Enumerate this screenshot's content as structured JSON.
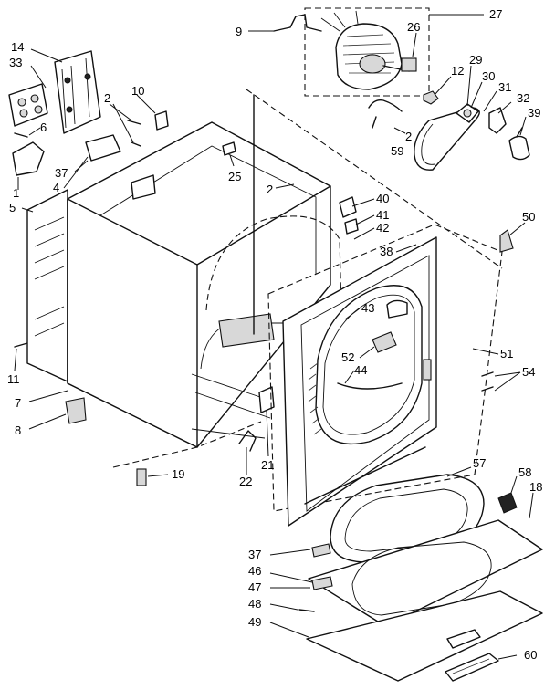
{
  "callouts": [
    {
      "id": "c9",
      "label": "9"
    },
    {
      "id": "c27",
      "label": "27"
    },
    {
      "id": "c26",
      "label": "26"
    },
    {
      "id": "c14",
      "label": "14"
    },
    {
      "id": "c33",
      "label": "33"
    },
    {
      "id": "c10",
      "label": "10"
    },
    {
      "id": "c2a",
      "label": "2"
    },
    {
      "id": "c12",
      "label": "12"
    },
    {
      "id": "c29",
      "label": "29"
    },
    {
      "id": "c30",
      "label": "30"
    },
    {
      "id": "c31",
      "label": "31"
    },
    {
      "id": "c32",
      "label": "32"
    },
    {
      "id": "c39",
      "label": "39"
    },
    {
      "id": "c2b",
      "label": "2"
    },
    {
      "id": "c59",
      "label": "59"
    },
    {
      "id": "c6",
      "label": "6"
    },
    {
      "id": "c37a",
      "label": "37"
    },
    {
      "id": "c4",
      "label": "4"
    },
    {
      "id": "c25",
      "label": "25"
    },
    {
      "id": "c2c",
      "label": "2"
    },
    {
      "id": "c1",
      "label": "1"
    },
    {
      "id": "c5",
      "label": "5"
    },
    {
      "id": "c40",
      "label": "40"
    },
    {
      "id": "c41",
      "label": "41"
    },
    {
      "id": "c42",
      "label": "42"
    },
    {
      "id": "c50",
      "label": "50"
    },
    {
      "id": "c38",
      "label": "38"
    },
    {
      "id": "c43",
      "label": "43"
    },
    {
      "id": "c52",
      "label": "52"
    },
    {
      "id": "c51",
      "label": "51"
    },
    {
      "id": "c44",
      "label": "44"
    },
    {
      "id": "c54",
      "label": "54"
    },
    {
      "id": "c11",
      "label": "11"
    },
    {
      "id": "c7",
      "label": "7"
    },
    {
      "id": "c8",
      "label": "8"
    },
    {
      "id": "c21",
      "label": "21"
    },
    {
      "id": "c22",
      "label": "22"
    },
    {
      "id": "c19",
      "label": "19"
    },
    {
      "id": "c57",
      "label": "57"
    },
    {
      "id": "c58",
      "label": "58"
    },
    {
      "id": "c18",
      "label": "18"
    },
    {
      "id": "c37b",
      "label": "37"
    },
    {
      "id": "c46",
      "label": "46"
    },
    {
      "id": "c47",
      "label": "47"
    },
    {
      "id": "c48",
      "label": "48"
    },
    {
      "id": "c49",
      "label": "49"
    },
    {
      "id": "c60",
      "label": "60"
    }
  ]
}
